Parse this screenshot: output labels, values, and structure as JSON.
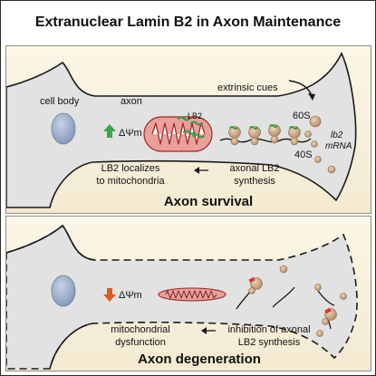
{
  "title": "Extranuclear Lamin B2 in Axon Maintenance",
  "top_panel": {
    "cell_body": "cell body",
    "axon": "axon",
    "extrinsic_cues": "extrinsic cues",
    "delta_psi_m": "ΔΨm",
    "lb2": "LB2",
    "ribosome_60s": "60S",
    "ribosome_40s": "40S",
    "mrna_line1": "lb2",
    "mrna_line2": "mRNA",
    "localizes_line1": "LB2 localizes",
    "localizes_line2": "to mitochondria",
    "synthesis_line1": "axonal LB2",
    "synthesis_line2": "synthesis",
    "outcome": "Axon survival"
  },
  "bottom_panel": {
    "delta_psi_m": "ΔΨm",
    "dysfunction_line1": "mitochondrial",
    "dysfunction_line2": "dysfunction",
    "inhibition_line1": "inhibition of axonal",
    "inhibition_line2": "LB2 synthesis",
    "outcome": "Axon degeneration"
  },
  "colors": {
    "neuron_fill": "#e2e2e2",
    "nucleus": "#9fb2cc",
    "mitochondrion": "#e9a09a",
    "lb2_green": "#2f9a43",
    "ribosome": "#c9a27c",
    "up_arrow": "#3aa84a",
    "down_arrow": "#dd5a22"
  }
}
